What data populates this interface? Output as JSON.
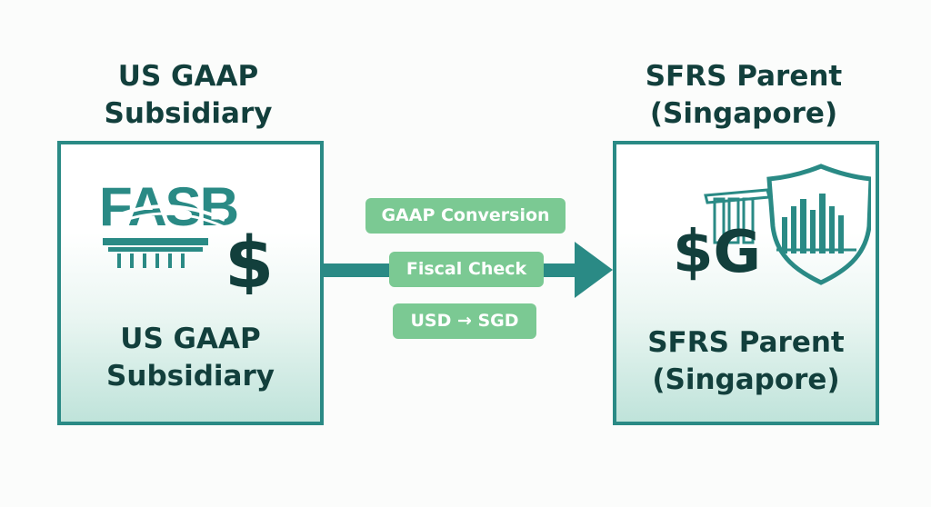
{
  "left": {
    "title": "US GAAP Subsidiary",
    "label": "US GAAP Subsidiary",
    "logo_text": "FASB",
    "currency_symbol": "$",
    "logo_icon": "fasb-column-logo"
  },
  "right": {
    "title": "SFRS Parent (Singapore)",
    "label": "SFRS Parent (Singapore)",
    "currency_symbol": "$G",
    "logo_icon": "singapore-skyline-shield"
  },
  "flow": {
    "steps": [
      "GAAP Conversion",
      "Fiscal Check",
      "USD → SGD"
    ]
  },
  "colors": {
    "teal": "#2a8a85",
    "dark": "#123f3c",
    "green_tag": "#7bc993"
  }
}
